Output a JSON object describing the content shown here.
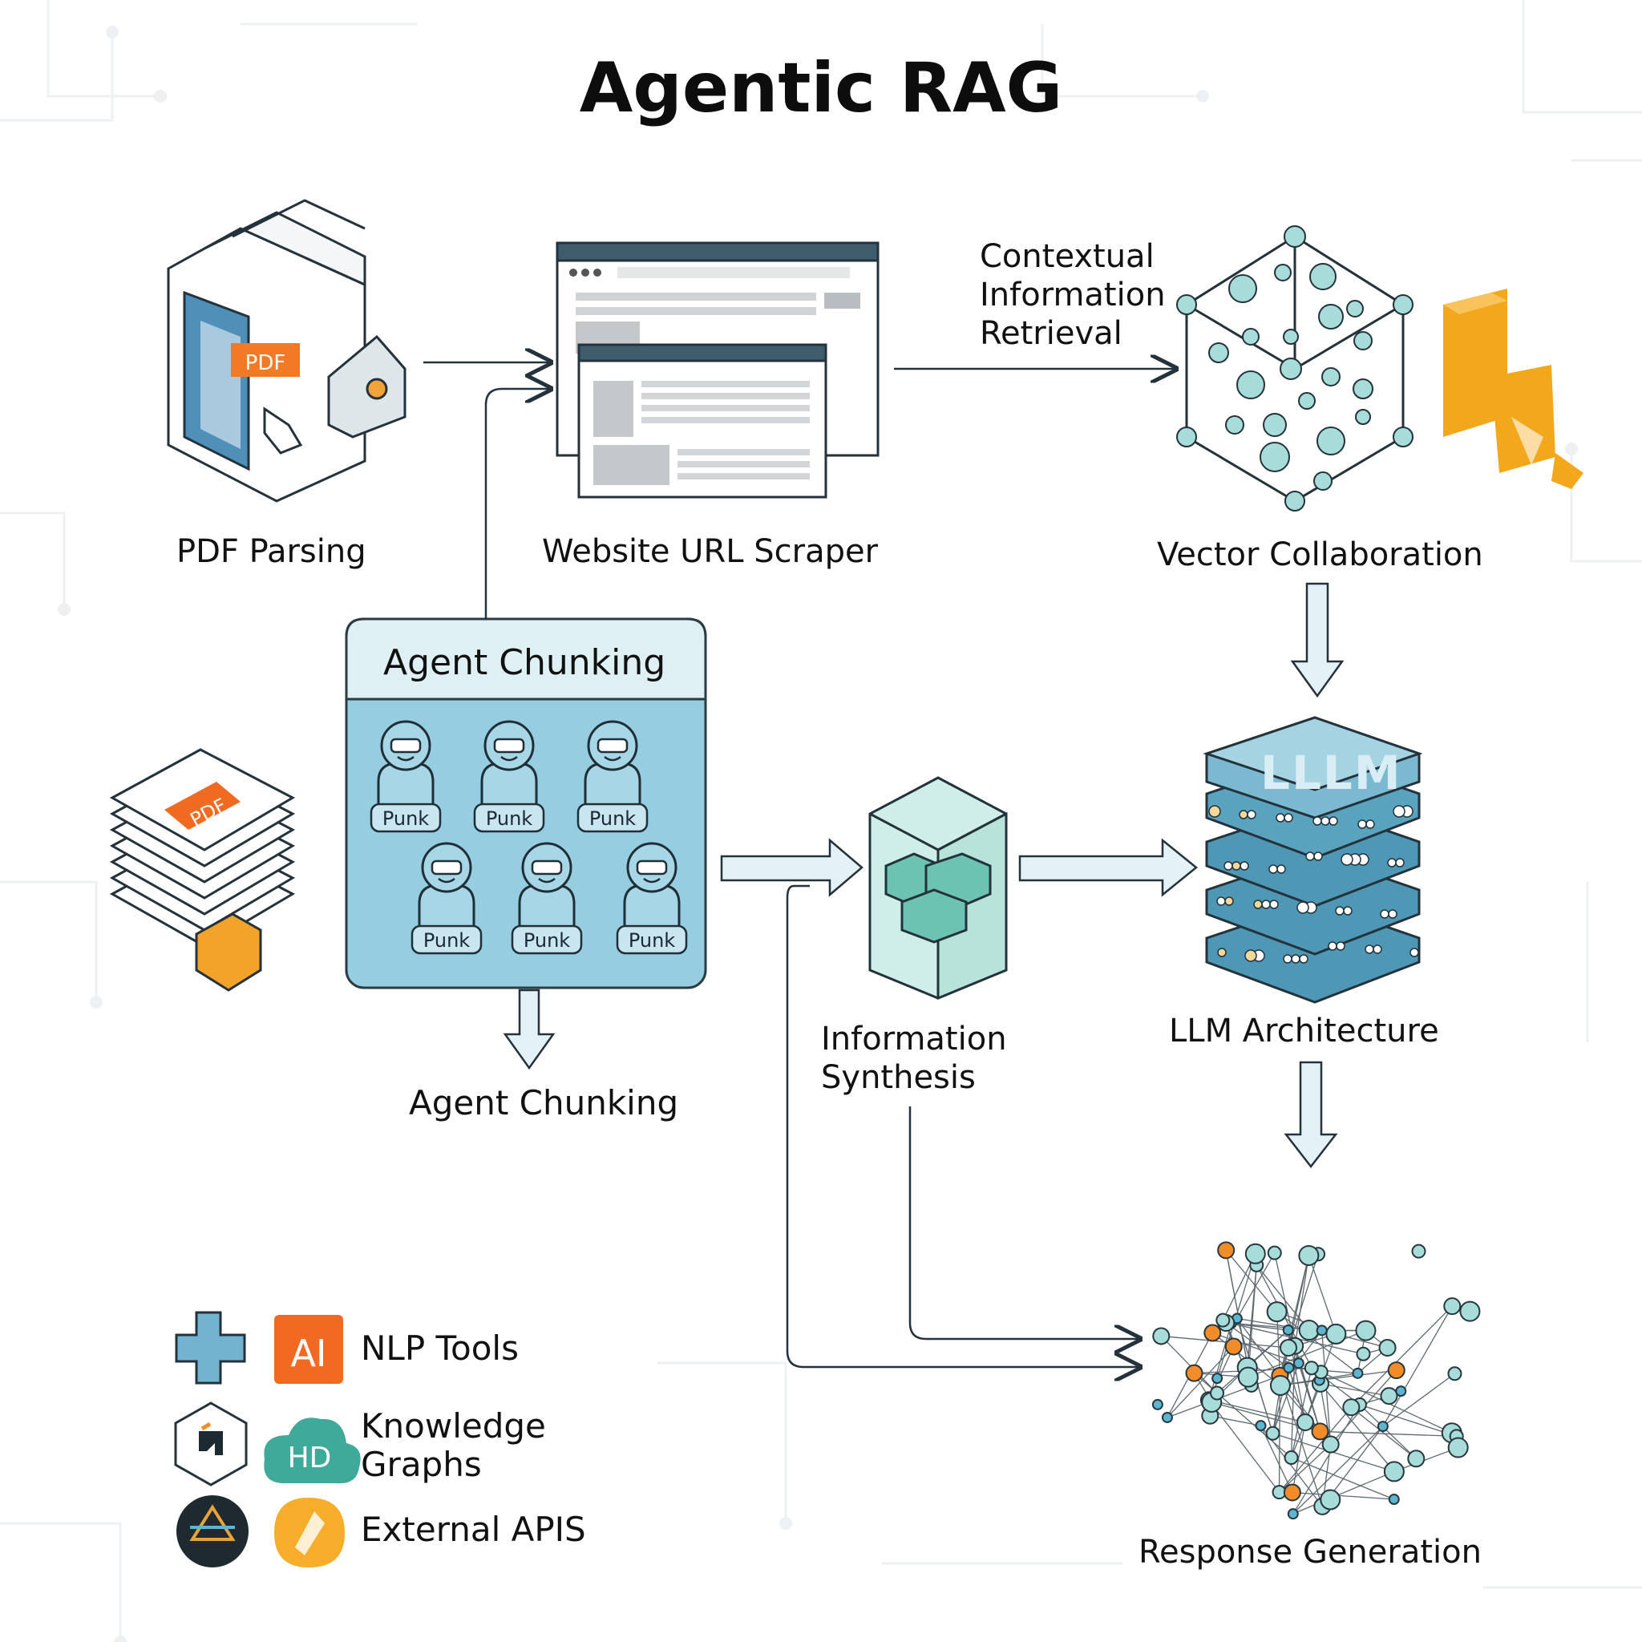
{
  "title": "Agentic RAG",
  "nodes": {
    "pdf_parsing": "PDF Parsing",
    "website_scraper": "Website URL Scraper",
    "contextual_retrieval": [
      "Contextual",
      "Information",
      "Retrieval"
    ],
    "vector_collaboration": "Vector Collaboration",
    "agent_chunking_box": "Agent Chunking",
    "agent_chunking_output": "Agent Chunking",
    "information_synthesis": [
      "Information",
      "Synthesis"
    ],
    "llm_architecture": "LLM Architecture",
    "response_generation": "Response Generation"
  },
  "icon_text": {
    "pdf_badge": "PDF",
    "pdf_stack_badge": "PDF",
    "llm_block": "LLLM",
    "ai_badge": "AI"
  },
  "agents": [
    "Punk",
    "Punk",
    "Punk",
    "Punk",
    "Punk",
    "Punk"
  ],
  "legend": [
    {
      "label": "NLP Tools",
      "icons": [
        "plus-icon",
        "ai-badge-icon"
      ]
    },
    {
      "label": "Knowledge Graphs",
      "lines": [
        "Knowledge",
        "Graphs"
      ],
      "icons": [
        "hexagon-icon",
        "cloud-hd-icon"
      ]
    },
    {
      "label": "External APIS",
      "icons": [
        "dark-circle-icon",
        "orange-badge-icon"
      ]
    }
  ],
  "colors": {
    "accent_orange": "#f28c28",
    "box_blue": "#95cde0",
    "teal_node": "#8fcfcf",
    "llm_blue": "#4f98b5",
    "outline": "#23323b"
  }
}
